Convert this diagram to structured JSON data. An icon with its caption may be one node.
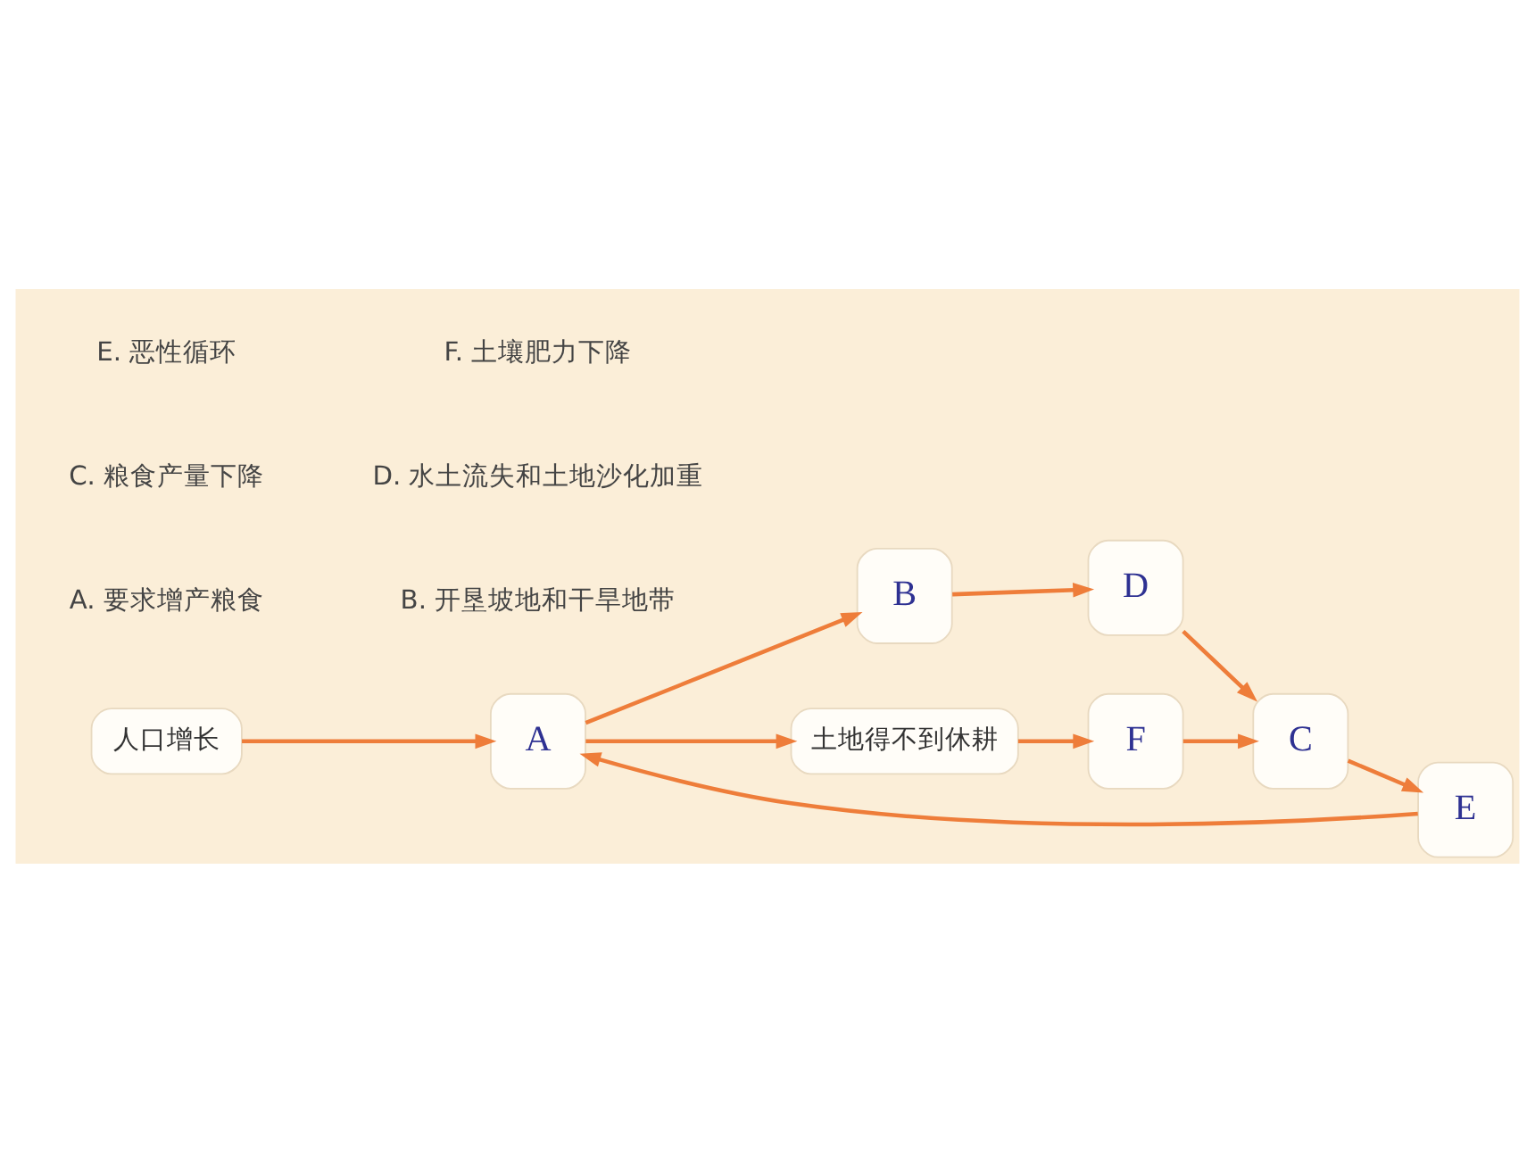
{
  "diagram": {
    "nodes": [
      {
        "text": [
          "人口增长"
        ]
      },
      {
        "text": [
          "A"
        ]
      },
      {
        "text": [
          "B"
        ]
      },
      {
        "text": [
          "土地得不到休耕"
        ]
      },
      {
        "text": [
          "D"
        ]
      },
      {
        "text": [
          "F"
        ]
      },
      {
        "text": [
          "C"
        ]
      },
      {
        "text": [
          "E"
        ]
      }
    ],
    "edges": [
      {
        "from": 0,
        "to": 1,
        "arrow": "to"
      },
      {
        "from": 1,
        "to": 2,
        "arrow": "to"
      },
      {
        "from": 1,
        "to": 3,
        "arrow": "to"
      },
      {
        "from": 2,
        "to": 4,
        "arrow": "to"
      },
      {
        "from": 3,
        "to": 5,
        "arrow": "to"
      },
      {
        "from": 4,
        "to": 6,
        "arrow": "to"
      },
      {
        "from": 5,
        "to": 6,
        "arrow": "to"
      },
      {
        "from": 6,
        "to": 7,
        "arrow": "to"
      },
      {
        "from": 7,
        "to": 1,
        "arrow": "to"
      }
    ],
    "labels": [
      "A. 要求增产粮食",
      "B. 开垦坡地和干旱地带",
      "C. 粮食产量下降",
      "D. 水土流失和土地沙化加重",
      "E. 恶性循环",
      "F. 土壤肥力下降"
    ]
  }
}
